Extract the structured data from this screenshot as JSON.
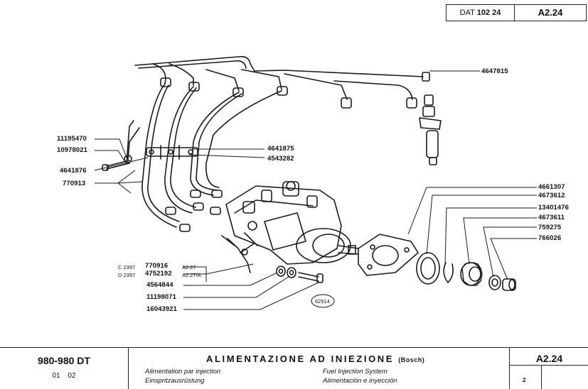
{
  "header": {
    "dat_prefix": "DAT",
    "dat_code": "102 24",
    "section": "A2.24"
  },
  "parts": {
    "p4647815": "4647815",
    "p11195470": "11195470",
    "p10978021": "10978021",
    "p4641876": "4641876",
    "p770913": "770913",
    "p4641875": "4641875",
    "p4543282": "4543282",
    "p4661307": "4661307",
    "p4673612": "4673612",
    "p13401476": "13401476",
    "p4673611": "4673611",
    "p759275": "759275",
    "p766026": "766026",
    "c_prefix": "C 2397",
    "p770916": "770916",
    "ref_a227": "A2.27",
    "d_prefix": "D 2397",
    "p4752192": "4752192",
    "ref_a227a": "A2.27/A",
    "p4564844": "4564844",
    "p11198071": "11198071",
    "p16043921": "16043921",
    "figure_ref": "62514"
  },
  "footer": {
    "model": "980-980 DT",
    "model_sub": "01 02",
    "title": "ALIMENTAZIONE AD INIEZIONE",
    "title_suffix": "(Bosch)",
    "fr": "Alimentation par injection",
    "de": "Einspritzausrüstung",
    "en": "Fuel Injection System",
    "es": "Alimentación e inyección",
    "section": "A2.24",
    "page": "2"
  }
}
